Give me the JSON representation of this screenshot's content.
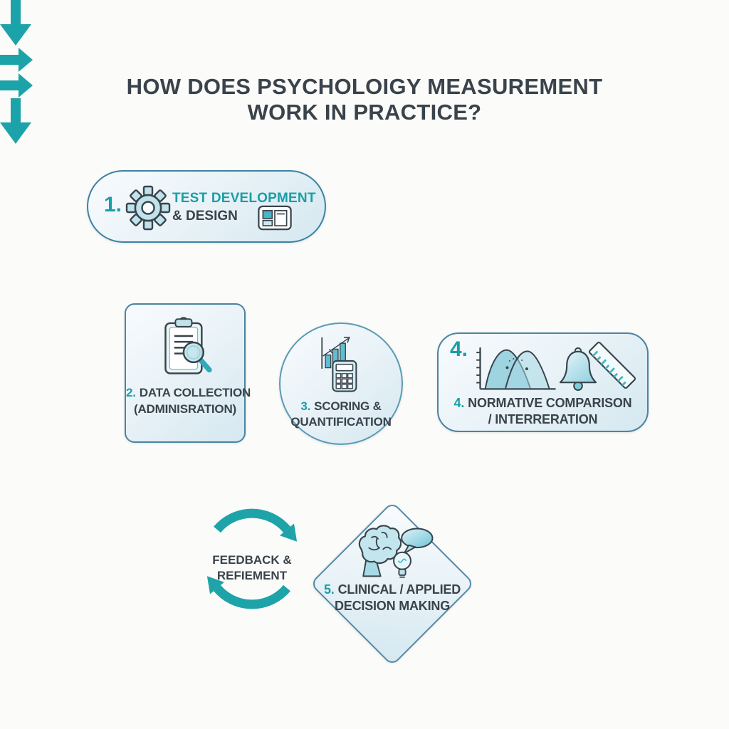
{
  "title": {
    "line1": "HOW DOES PSYCHOLOIGY MEASUREMENT",
    "line2": "WORK IN PRACTICE?"
  },
  "steps": {
    "s1": {
      "number": "1.",
      "heading": "TEST DEVELOPMENT",
      "subheading": "& DESIGN",
      "icons": [
        "gear-icon",
        "layout-card-icon"
      ]
    },
    "s2": {
      "number": "2.",
      "caption": "DATA COLLECTION",
      "caption2": "(ADMINISRATION)",
      "icon": "clipboard-magnifier-icon"
    },
    "s3": {
      "number": "3.",
      "caption": "SCORING &",
      "caption2": "QUANTIFICATION",
      "icon": "chart-calculator-icon"
    },
    "s4": {
      "corner_number": "4.",
      "number": "4.",
      "caption": "NORMATIVE COMPARISON",
      "caption2": "/ INTERRERATION",
      "icons": [
        "distribution-curves-icon",
        "bell-icon",
        "ruler-icon"
      ]
    },
    "s5": {
      "number": "5.",
      "caption": "CLINICAL / APPLIED",
      "caption2": "DECISION MAKING",
      "icons": [
        "brain-icon",
        "speech-bubble-icon",
        "lightbulb-icon"
      ]
    }
  },
  "feedback": {
    "line1": "FEEDBACK &",
    "line2": "REFIEMENT",
    "icon": "cycle-arrows-icon"
  },
  "colors": {
    "teal": "#1B9EA5",
    "arrow": "#1CA3A9",
    "border": "#4C83A1",
    "text": "#3A434B",
    "fill_top": "#F8FBFD",
    "fill_bottom": "#D5E8F0",
    "icon_light": "#BFE2EB",
    "icon_teal": "#49B5C6"
  }
}
